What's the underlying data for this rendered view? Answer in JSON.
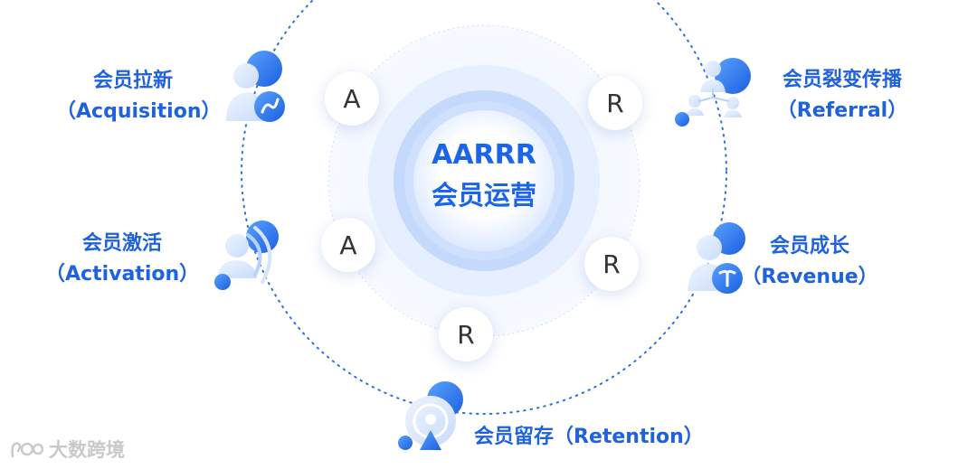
{
  "center": {
    "line1": "AARRR",
    "line2": "会员运营"
  },
  "letters": {
    "a1": "A",
    "a2": "A",
    "r1": "R",
    "r2": "R",
    "r3": "R"
  },
  "stages": {
    "acquisition": {
      "cn": "会员拉新",
      "en": "（Acquisition）"
    },
    "activation": {
      "cn": "会员激活",
      "en": "（Activation）"
    },
    "retention": {
      "full": "会员留存（Retention）"
    },
    "revenue": {
      "cn": "会员成长",
      "en": "（Revenue）"
    },
    "referral": {
      "cn": "会员裂变传播",
      "en": "（Referral）"
    }
  },
  "watermark": {
    "text": "大数跨境"
  },
  "colors": {
    "accent": "#1f62dd",
    "light": "#dfeaff",
    "dot": "#2a6fe0"
  }
}
